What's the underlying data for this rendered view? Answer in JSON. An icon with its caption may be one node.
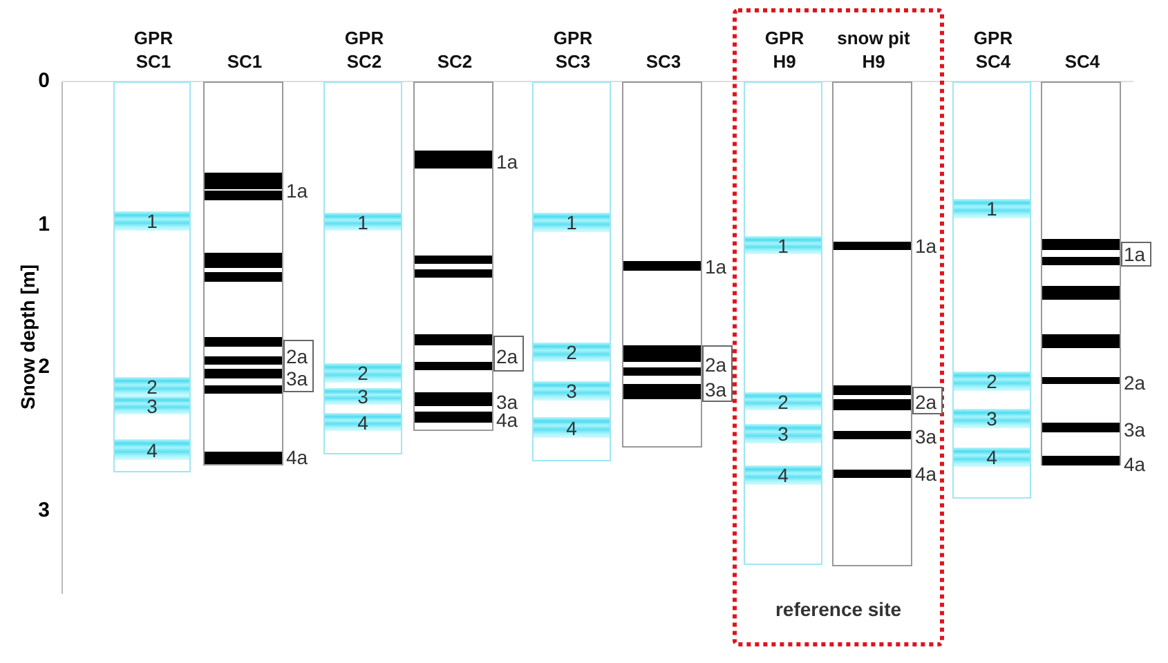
{
  "diagram": {
    "nodes": [
      {
        "text": [
          "GPR SC1",
          "1",
          "2",
          "3",
          "4"
        ]
      },
      {
        "text": [
          "SC1"
        ],
        "beside": [
          "1a",
          "2a",
          "3a",
          "4a"
        ]
      },
      {
        "text": [
          "GPR SC2",
          "1",
          "2",
          "3",
          "4"
        ]
      },
      {
        "text": [
          "SC2"
        ],
        "beside": [
          "1a",
          "2a",
          "3a",
          "4a"
        ]
      },
      {
        "text": [
          "GPR SC3",
          "1",
          "2",
          "3",
          "4"
        ]
      },
      {
        "text": [
          "SC3"
        ],
        "beside": [
          "1a",
          "2a",
          "3a"
        ]
      },
      {
        "text": [
          "reference site"
        ]
      },
      {
        "text": [
          "GPR H9",
          "1",
          "2",
          "3",
          "4"
        ],
        "in": 6
      },
      {
        "text": [
          "snow pit H9"
        ],
        "beside": [
          "1a",
          "2a",
          "3a",
          "4a"
        ],
        "in": 6
      },
      {
        "text": [
          "GPR SC4",
          "1",
          "2",
          "3",
          "4"
        ]
      },
      {
        "text": [
          "SC4"
        ],
        "beside": [
          "1a",
          "2a",
          "3a",
          "4a"
        ]
      }
    ],
    "labels": [
      "Snow depth [m]",
      "0",
      "1",
      "2",
      "3"
    ]
  }
}
